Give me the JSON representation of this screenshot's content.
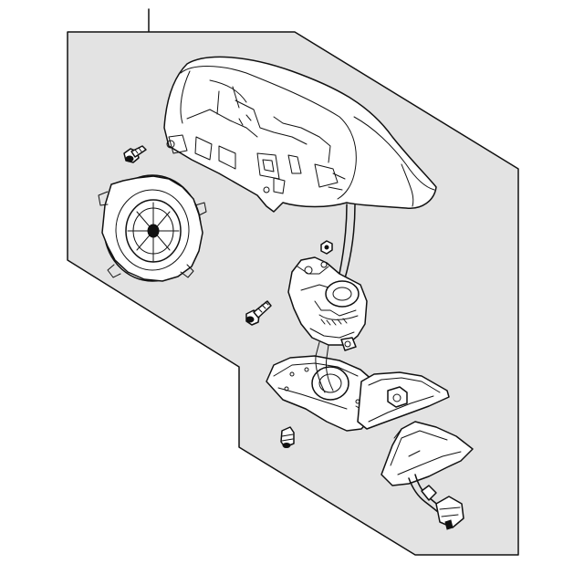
{
  "colors": {
    "background": "#ffffff",
    "panel": "#e3e3e3",
    "ink": "#111111",
    "part_fill": "#ffffff"
  },
  "parts": [
    {
      "id": "mirror-housing",
      "icon": "mirror-housing-icon"
    },
    {
      "id": "adjust-ring",
      "icon": "adjust-ring-icon"
    },
    {
      "id": "screw-upper",
      "icon": "screw-icon"
    },
    {
      "id": "screw-middle",
      "icon": "screw-icon"
    },
    {
      "id": "clip-lower",
      "icon": "clip-icon"
    },
    {
      "id": "nut",
      "icon": "nut-icon"
    },
    {
      "id": "power-actuator",
      "icon": "actuator-icon"
    },
    {
      "id": "mirror-base",
      "icon": "mirror-base-icon"
    },
    {
      "id": "inner-cover",
      "icon": "cover-icon"
    },
    {
      "id": "wire-connector",
      "icon": "connector-icon"
    }
  ]
}
